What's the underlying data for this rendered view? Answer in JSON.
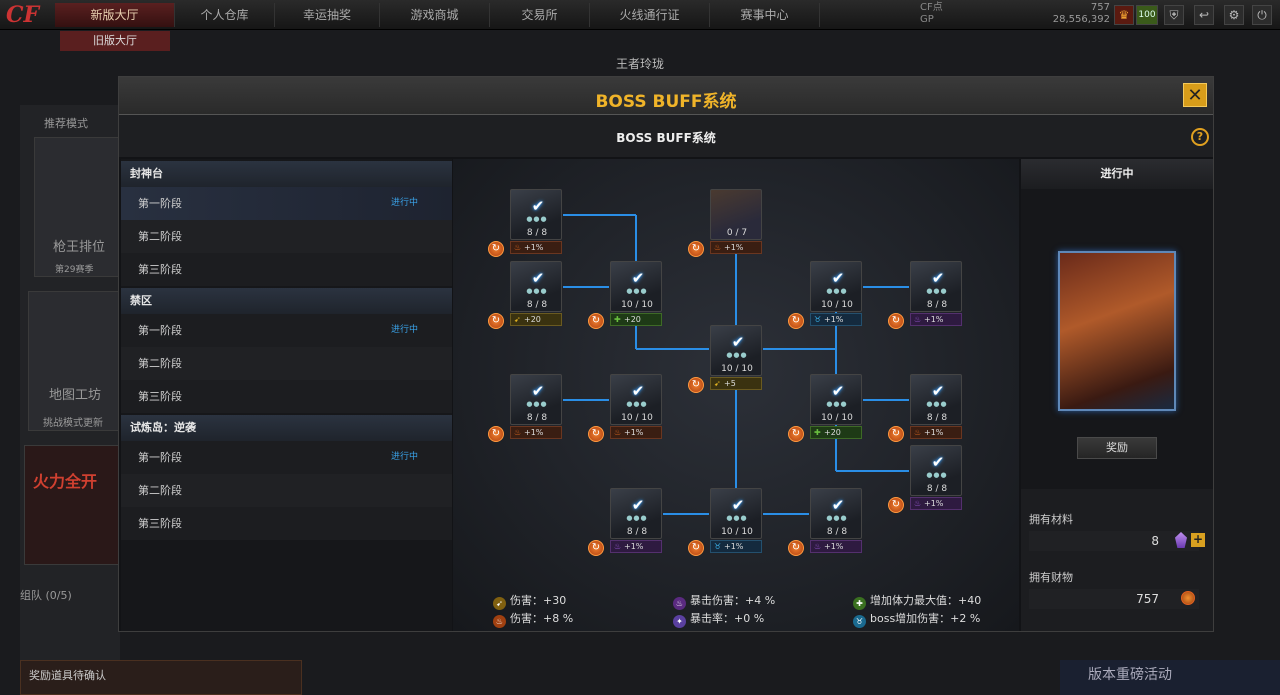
{
  "topbar": {
    "logo": "CF",
    "tabs": [
      "新版大厅",
      "个人仓库",
      "幸运抽奖",
      "游戏商城",
      "交易所",
      "火线通行证",
      "赛事中心"
    ],
    "sub_tab": "旧版大厅",
    "currency_labels": [
      "CF点",
      "GP"
    ],
    "currency_values": [
      "757",
      "28,556,392"
    ],
    "level_badge": "100",
    "icons": [
      "trophy-icon",
      "level-badge",
      "shield-icon",
      "back-icon",
      "gear-icon",
      "power-icon"
    ]
  },
  "background": {
    "recommend_label": "推荐模式",
    "mode1": "枪王排位",
    "mode1_season": "第29赛季",
    "mode2": "地图工坊",
    "mode2_sub": "挑战模式更新",
    "banner_text": "火力全开",
    "team_label": "组队 (0/5)",
    "bottom_left": "奖励道具待确认",
    "bottom_right": "版本重磅活动",
    "crumb": "王者玲珑"
  },
  "modal": {
    "title": "BOSS BUFF系统",
    "subtitle": "BOSS BUFF系统",
    "close": "✕",
    "help": "?"
  },
  "left_panel": {
    "groups": [
      {
        "name": "封神台",
        "stages": [
          {
            "label": "第一阶段",
            "status": "进行中"
          },
          {
            "label": "第二阶段",
            "status": ""
          },
          {
            "label": "第三阶段",
            "status": ""
          }
        ]
      },
      {
        "name": "禁区",
        "stages": [
          {
            "label": "第一阶段",
            "status": "进行中"
          },
          {
            "label": "第二阶段",
            "status": ""
          },
          {
            "label": "第三阶段",
            "status": ""
          }
        ]
      },
      {
        "name": "试炼岛：逆袭",
        "stages": [
          {
            "label": "第一阶段",
            "status": "进行中"
          },
          {
            "label": "第二阶段",
            "status": ""
          },
          {
            "label": "第三阶段",
            "status": ""
          }
        ]
      }
    ]
  },
  "tree": {
    "nodes": [
      {
        "count": "8 / 8",
        "buff": "+1%",
        "type": "dmg",
        "checked": true
      },
      {
        "count": "0 / 7",
        "buff": "+1%",
        "type": "dmg",
        "checked": false
      },
      {
        "count": "8 / 8",
        "buff": "+20",
        "type": "atk",
        "checked": true
      },
      {
        "count": "10 / 10",
        "buff": "+20",
        "type": "hp",
        "checked": true
      },
      {
        "count": "10 / 10",
        "buff": "+1%",
        "type": "boss",
        "checked": true
      },
      {
        "count": "8 / 8",
        "buff": "+1%",
        "type": "crit",
        "checked": true
      },
      {
        "count": "10 / 10",
        "buff": "+5",
        "type": "atk",
        "checked": true
      },
      {
        "count": "8 / 8",
        "buff": "+1%",
        "type": "dmg",
        "checked": true
      },
      {
        "count": "10 / 10",
        "buff": "+1%",
        "type": "dmg",
        "checked": true
      },
      {
        "count": "10 / 10",
        "buff": "+20",
        "type": "hp",
        "checked": true
      },
      {
        "count": "8 / 8",
        "buff": "+1%",
        "type": "dmg",
        "checked": true
      },
      {
        "count": "8 / 8",
        "buff": "+1%",
        "type": "crit",
        "checked": true
      },
      {
        "count": "8 / 8",
        "buff": "+1%",
        "type": "crit",
        "checked": true
      },
      {
        "count": "10 / 10",
        "buff": "+1%",
        "type": "boss",
        "checked": true
      },
      {
        "count": "8 / 8",
        "buff": "+1%",
        "type": "crit",
        "checked": true
      }
    ],
    "stats": [
      {
        "label": "伤害：+30",
        "type": "atk"
      },
      {
        "label": "暴击伤害：+4 %",
        "type": "crit"
      },
      {
        "label": "增加体力最大值：+40",
        "type": "hp"
      },
      {
        "label": "伤害：+8 %",
        "type": "dmg"
      },
      {
        "label": "暴击率：+0 %",
        "type": "critrate"
      },
      {
        "label": "boss增加伤害：+2 %",
        "type": "boss"
      }
    ],
    "colors": {
      "line": "#2a8ee6",
      "atk": "#e0b020",
      "hp": "#6ac040",
      "boss": "#3ab0e8",
      "crit": "#a060e0",
      "dmg": "#f07020"
    }
  },
  "right_panel": {
    "status": "进行中",
    "reward_button": "奖励",
    "materials_label": "拥有材料",
    "materials_value": "8",
    "wealth_label": "拥有财物",
    "wealth_value": "757"
  }
}
